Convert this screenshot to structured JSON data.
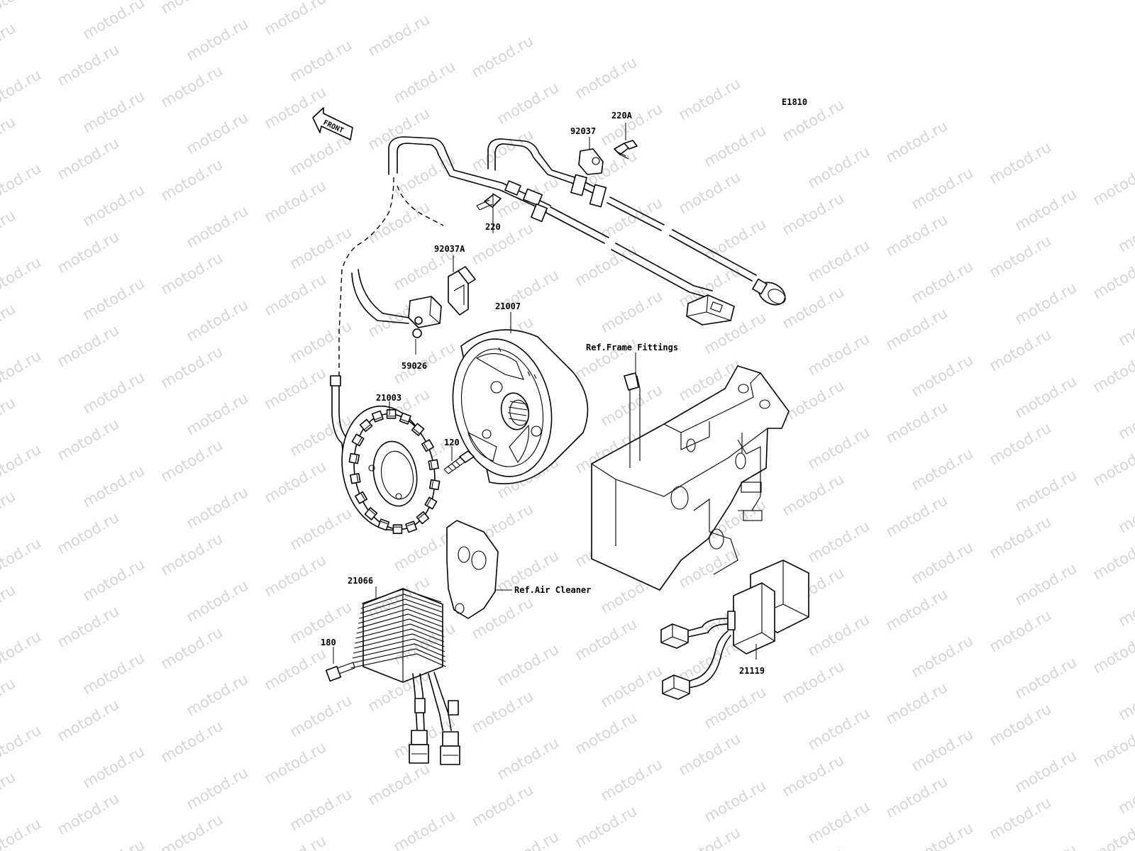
{
  "watermark": "motod.ru",
  "diagram_code": "E1810",
  "front_label": "FRONT",
  "parts": {
    "p220A": "220A",
    "p92037": "92037",
    "p220": "220",
    "p92037A": "92037A",
    "p21007": "21007",
    "p59026": "59026",
    "p21003": "21003",
    "p120": "120",
    "p21066": "21066",
    "p180": "180",
    "p21119": "21119"
  },
  "refs": {
    "frame": "Ref.Frame Fittings",
    "air": "Ref.Air Cleaner"
  }
}
